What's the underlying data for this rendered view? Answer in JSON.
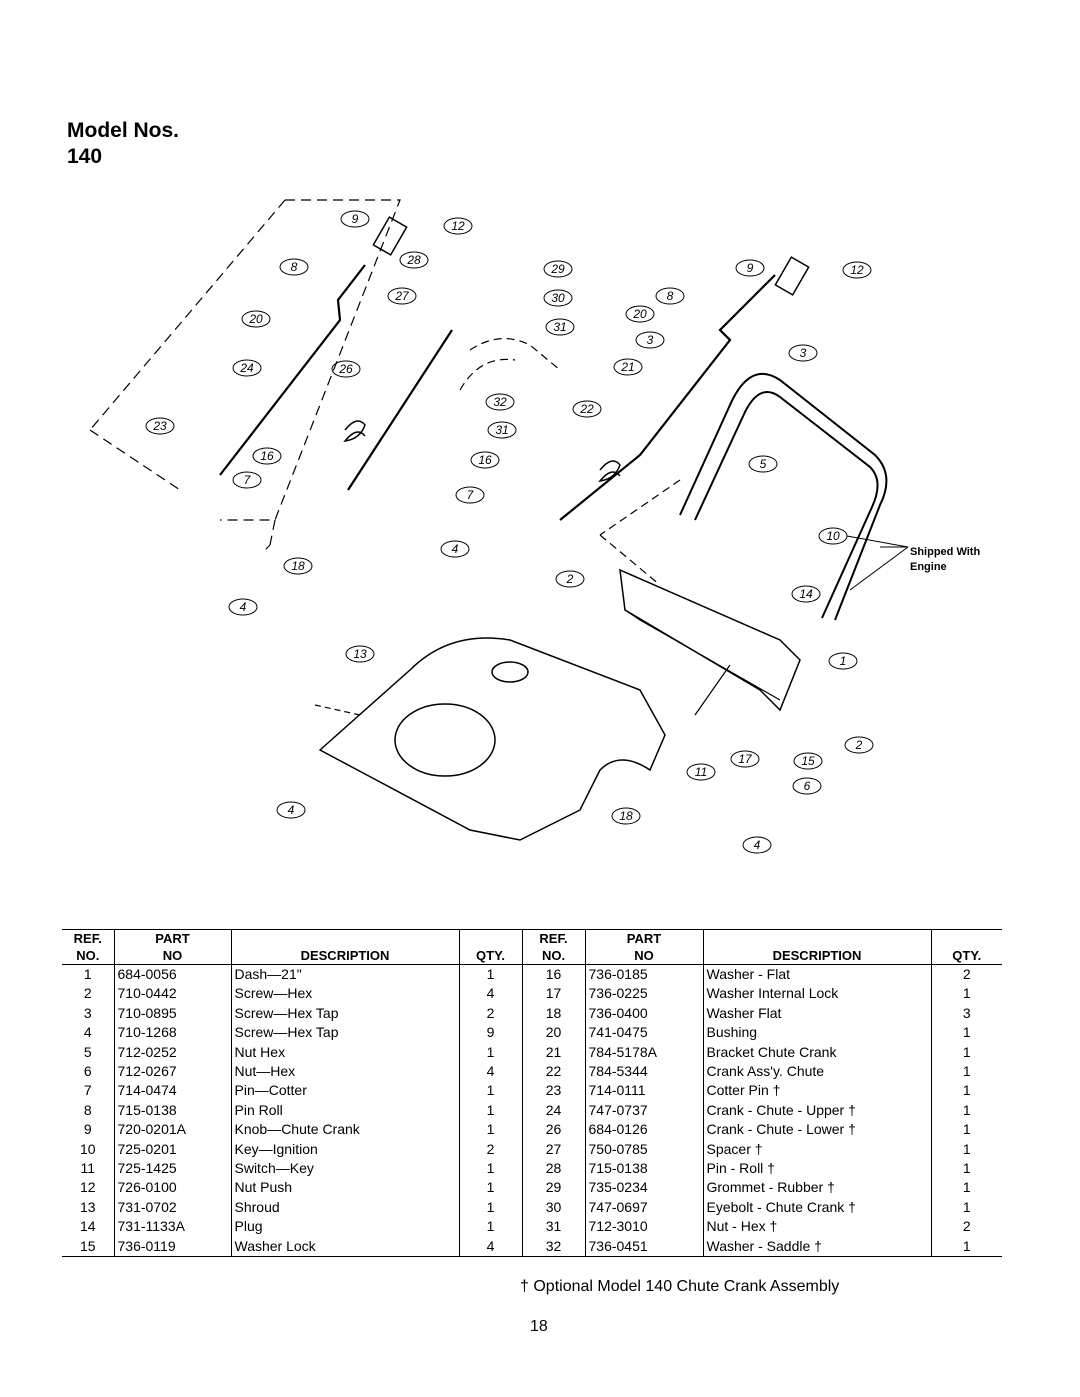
{
  "header": {
    "title_line1": "Model Nos.",
    "title_line2": "140"
  },
  "diagram": {
    "shipped_with": [
      "Shipped With",
      "Engine"
    ],
    "callouts": [
      "9",
      "12",
      "8",
      "28",
      "29",
      "27",
      "30",
      "20",
      "31",
      "24",
      "26",
      "23",
      "32",
      "22",
      "31",
      "16",
      "7",
      "16",
      "7",
      "9",
      "12",
      "8",
      "20",
      "3",
      "3",
      "21",
      "5",
      "10",
      "4",
      "2",
      "14",
      "18",
      "4",
      "13",
      "1",
      "2",
      "17",
      "15",
      "11",
      "6",
      "4",
      "18",
      "4"
    ]
  },
  "table": {
    "headers": {
      "ref": [
        "REF.",
        "NO."
      ],
      "part": [
        "PART",
        "NO"
      ],
      "description": "DESCRIPTION",
      "qty": "QTY."
    },
    "left": [
      {
        "ref": "1",
        "part": "684-0056",
        "desc": "Dash—21\"",
        "qty": "1"
      },
      {
        "ref": "2",
        "part": "710-0442",
        "desc": "Screw—Hex",
        "qty": "4"
      },
      {
        "ref": "3",
        "part": "710-0895",
        "desc": "Screw—Hex Tap",
        "qty": "2"
      },
      {
        "ref": "4",
        "part": "710-1268",
        "desc": "Screw—Hex Tap",
        "qty": "9"
      },
      {
        "ref": "5",
        "part": "712-0252",
        "desc": "Nut Hex",
        "qty": "1"
      },
      {
        "ref": "6",
        "part": "712-0267",
        "desc": "Nut—Hex",
        "qty": "4"
      },
      {
        "ref": "7",
        "part": "714-0474",
        "desc": "Pin—Cotter",
        "qty": "1"
      },
      {
        "ref": "8",
        "part": "715-0138",
        "desc": "Pin Roll",
        "qty": "1"
      },
      {
        "ref": "9",
        "part": "720-0201A",
        "desc": "Knob—Chute Crank",
        "qty": "1"
      },
      {
        "ref": "10",
        "part": "725-0201",
        "desc": "Key—Ignition",
        "qty": "2"
      },
      {
        "ref": "11",
        "part": "725-1425",
        "desc": "Switch—Key",
        "qty": "1"
      },
      {
        "ref": "12",
        "part": "726-0100",
        "desc": "Nut Push",
        "qty": "1"
      },
      {
        "ref": "13",
        "part": "731-0702",
        "desc": "Shroud",
        "qty": "1"
      },
      {
        "ref": "14",
        "part": "731-1133A",
        "desc": "Plug",
        "qty": "1"
      },
      {
        "ref": "15",
        "part": "736-0119",
        "desc": "Washer Lock",
        "qty": "4"
      }
    ],
    "right": [
      {
        "ref": "16",
        "part": "736-0185",
        "desc": "Washer - Flat",
        "qty": "2"
      },
      {
        "ref": "17",
        "part": "736-0225",
        "desc": "Washer Internal Lock",
        "qty": "1"
      },
      {
        "ref": "18",
        "part": "736-0400",
        "desc": "Washer Flat",
        "qty": "3"
      },
      {
        "ref": "20",
        "part": "741-0475",
        "desc": "Bushing",
        "qty": "1"
      },
      {
        "ref": "21",
        "part": "784-5178A",
        "desc": "Bracket Chute Crank",
        "qty": "1"
      },
      {
        "ref": "22",
        "part": "784-5344",
        "desc": "Crank Ass'y. Chute",
        "qty": "1"
      },
      {
        "ref": "23",
        "part": "714-0111",
        "desc": "Cotter Pin †",
        "qty": "1"
      },
      {
        "ref": "24",
        "part": "747-0737",
        "desc": "Crank - Chute - Upper †",
        "qty": "1"
      },
      {
        "ref": "26",
        "part": "684-0126",
        "desc": "Crank - Chute - Lower †",
        "qty": "1"
      },
      {
        "ref": "27",
        "part": "750-0785",
        "desc": "Spacer †",
        "qty": "1"
      },
      {
        "ref": "28",
        "part": "715-0138",
        "desc": "Pin - Roll †",
        "qty": "1"
      },
      {
        "ref": "29",
        "part": "735-0234",
        "desc": "Grommet - Rubber †",
        "qty": "1"
      },
      {
        "ref": "30",
        "part": "747-0697",
        "desc": "Eyebolt - Chute Crank †",
        "qty": "1"
      },
      {
        "ref": "31",
        "part": "712-3010",
        "desc": "Nut - Hex †",
        "qty": "2"
      },
      {
        "ref": "32",
        "part": "736-0451",
        "desc": "Washer - Saddle †",
        "qty": "1"
      }
    ]
  },
  "footnote": "† Optional Model 140 Chute Crank Assembly",
  "page_number": "18"
}
